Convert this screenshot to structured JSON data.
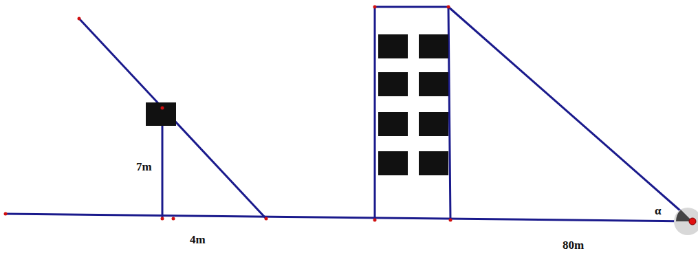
{
  "diagram": {
    "labels": [
      "7m",
      "4m",
      "80m",
      "α"
    ]
  }
}
